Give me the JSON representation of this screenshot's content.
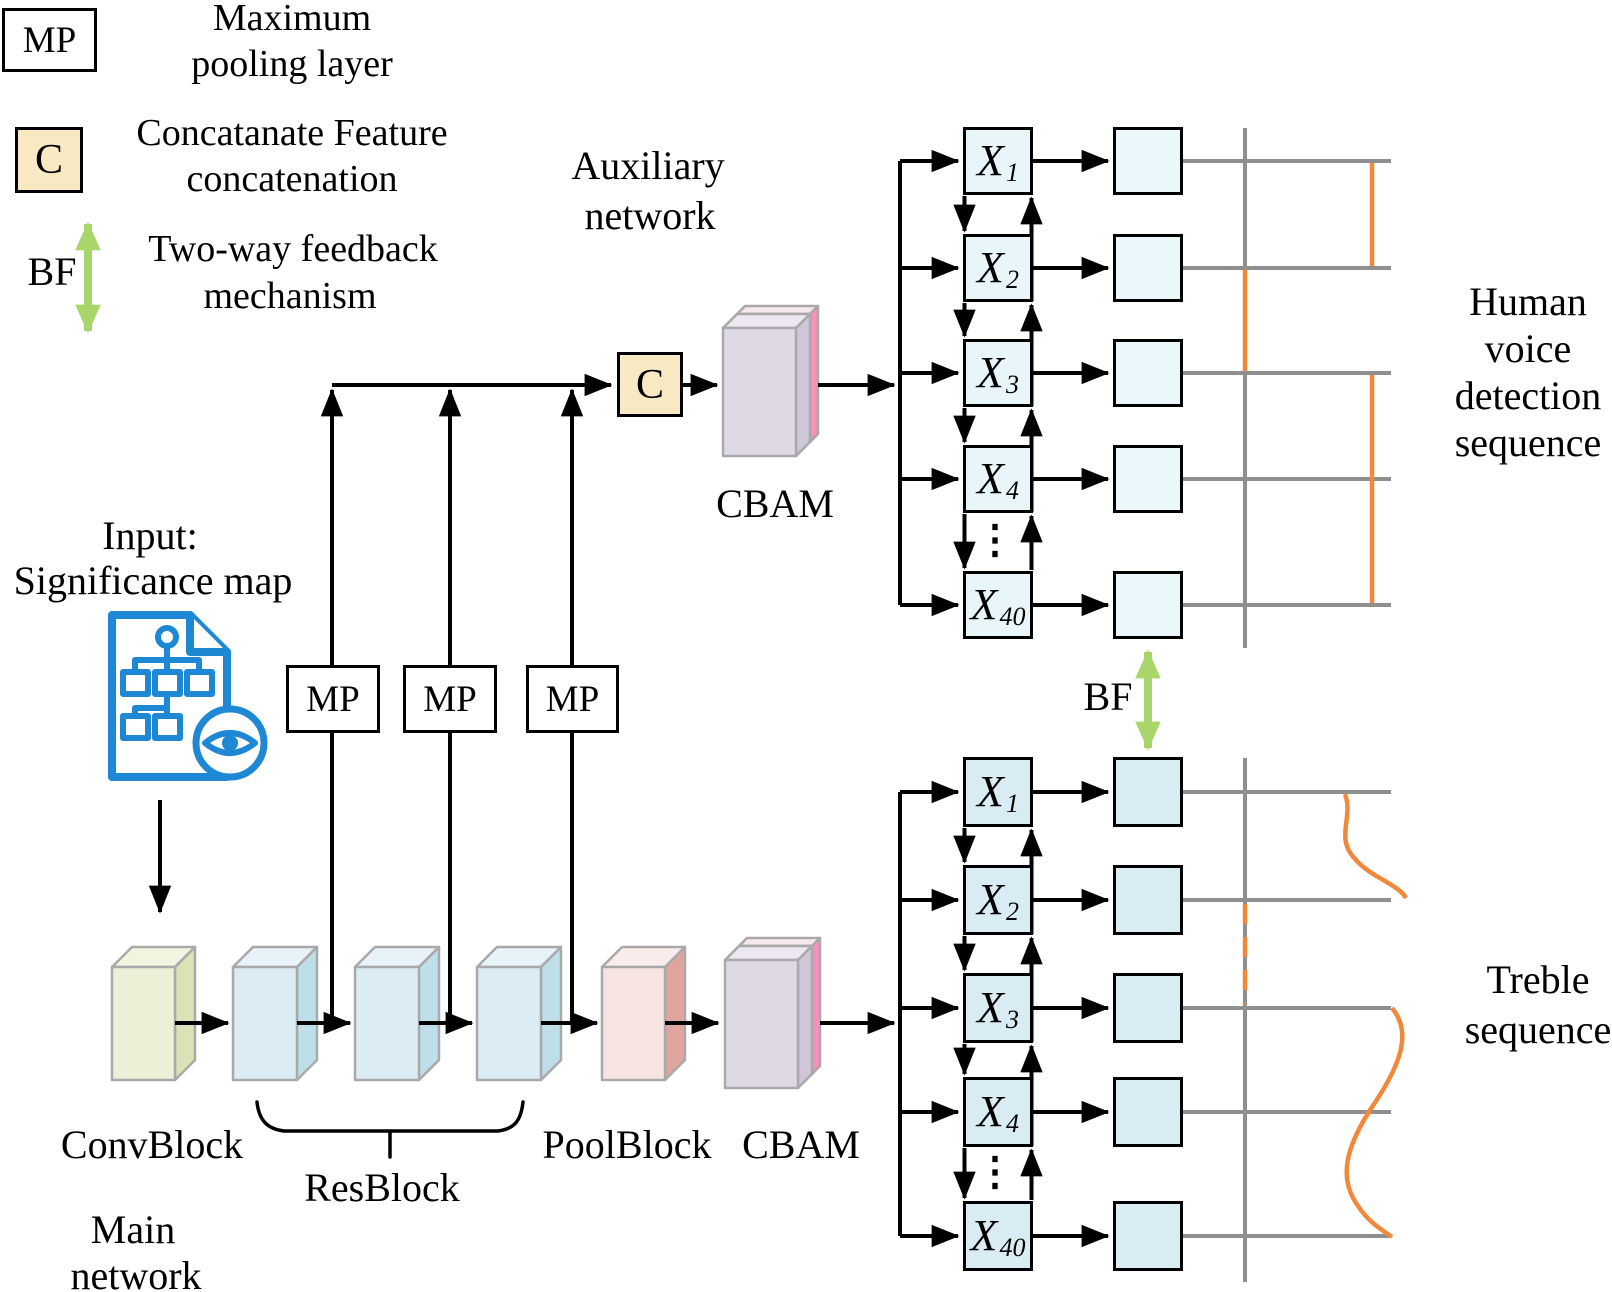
{
  "figure": {
    "type": "neural-network-architecture-diagram"
  },
  "colors": {
    "feedback_green": "#A8D66A",
    "signal_orange": "#F1883C",
    "plot_gray": "#8F8F8F",
    "concat_fill": "#F8E9C3",
    "node_fill_top": "#E8F6FA",
    "node_fill_bottom": "#D9EBF3",
    "convblock_fill": "#EDF0D6",
    "resblock_fill": "#DBECF4",
    "poolblock_fill": "#F7E4E1",
    "cbam_fill": "#DFD9E6",
    "cbam_pink_edge": "#FB8FBB",
    "input_icon_blue": "#1E88D4"
  },
  "legend": {
    "mp": {
      "symbol": "MP",
      "line1": "Maximum",
      "line2": "pooling layer"
    },
    "concat": {
      "symbol": "C",
      "line1": "Concatanate Feature",
      "line2": "concatenation"
    },
    "bf": {
      "symbol": "BF",
      "line1": "Two-way feedback",
      "line2": "mechanism"
    }
  },
  "input": {
    "line1": "Input:",
    "line2": "Significance map"
  },
  "auxiliary_network": {
    "label_line1": "Auxiliary",
    "label_line2": "network",
    "concat_symbol": "C",
    "cbam_label": "CBAM",
    "mp_labels": [
      "MP",
      "MP",
      "MP"
    ]
  },
  "main_network": {
    "label_line1": "Main",
    "label_line2": "network",
    "conv_label": "ConvBlock",
    "res_label": "ResBlock",
    "pool_label": "PoolBlock",
    "cbam_label": "CBAM"
  },
  "sequences": {
    "bf_label": "BF",
    "top": {
      "nodes": [
        {
          "base": "X",
          "sub": "1"
        },
        {
          "base": "X",
          "sub": "2"
        },
        {
          "base": "X",
          "sub": "3"
        },
        {
          "base": "X",
          "sub": "4"
        },
        {
          "base": "X",
          "sub": "40"
        }
      ],
      "ellipsis": "⋮",
      "output_label": [
        "Human",
        "voice",
        "detection",
        "sequence"
      ]
    },
    "bottom": {
      "nodes": [
        {
          "base": "X",
          "sub": "1"
        },
        {
          "base": "X",
          "sub": "2"
        },
        {
          "base": "X",
          "sub": "3"
        },
        {
          "base": "X",
          "sub": "4"
        },
        {
          "base": "X",
          "sub": "40"
        }
      ],
      "ellipsis": "⋮",
      "output_label": [
        "Treble",
        "sequence"
      ]
    }
  }
}
